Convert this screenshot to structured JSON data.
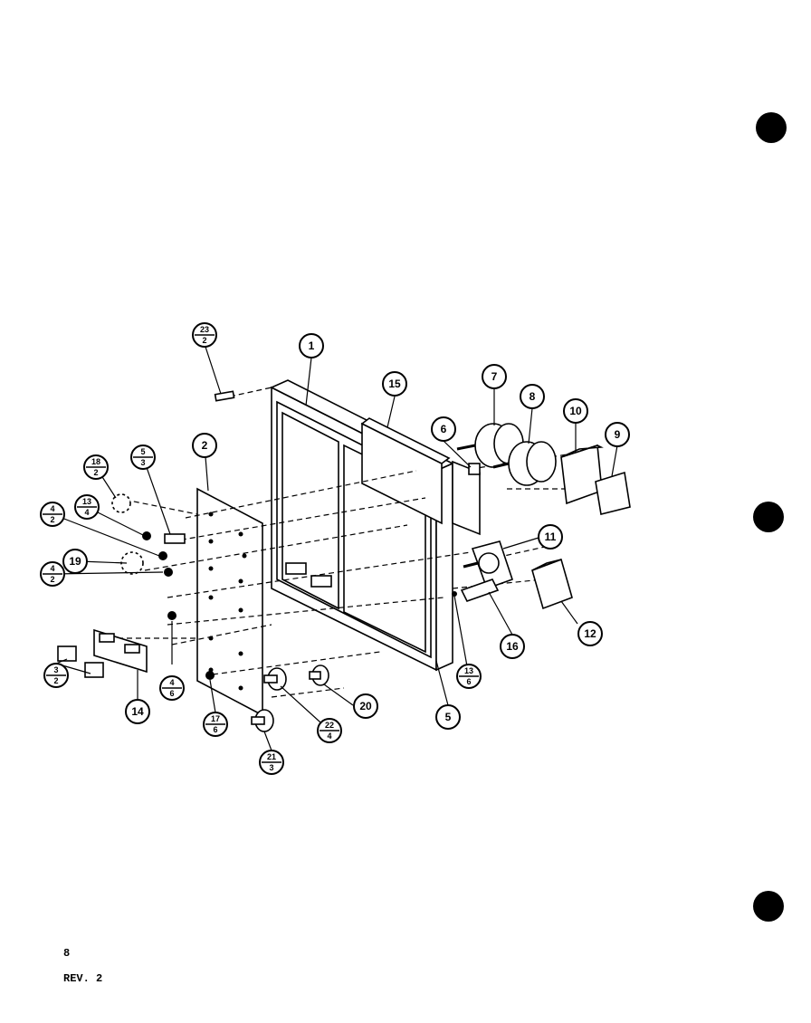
{
  "page_number": "8",
  "revision": "REV. 2",
  "callouts_single": [
    "1",
    "2",
    "5",
    "6",
    "7",
    "8",
    "9",
    "10",
    "11",
    "12",
    "14",
    "15",
    "16",
    "19",
    "20"
  ],
  "callouts_fraction": [
    {
      "top": "23",
      "bottom": "2"
    },
    {
      "top": "18",
      "bottom": "2"
    },
    {
      "top": "5",
      "bottom": "3"
    },
    {
      "top": "4",
      "bottom": "2"
    },
    {
      "top": "13",
      "bottom": "4"
    },
    {
      "top": "4",
      "bottom": "2"
    },
    {
      "top": "3",
      "bottom": "2"
    },
    {
      "top": "4",
      "bottom": "6"
    },
    {
      "top": "17",
      "bottom": "6"
    },
    {
      "top": "22",
      "bottom": "4"
    },
    {
      "top": "21",
      "bottom": "3"
    },
    {
      "top": "13",
      "bottom": "6"
    }
  ]
}
